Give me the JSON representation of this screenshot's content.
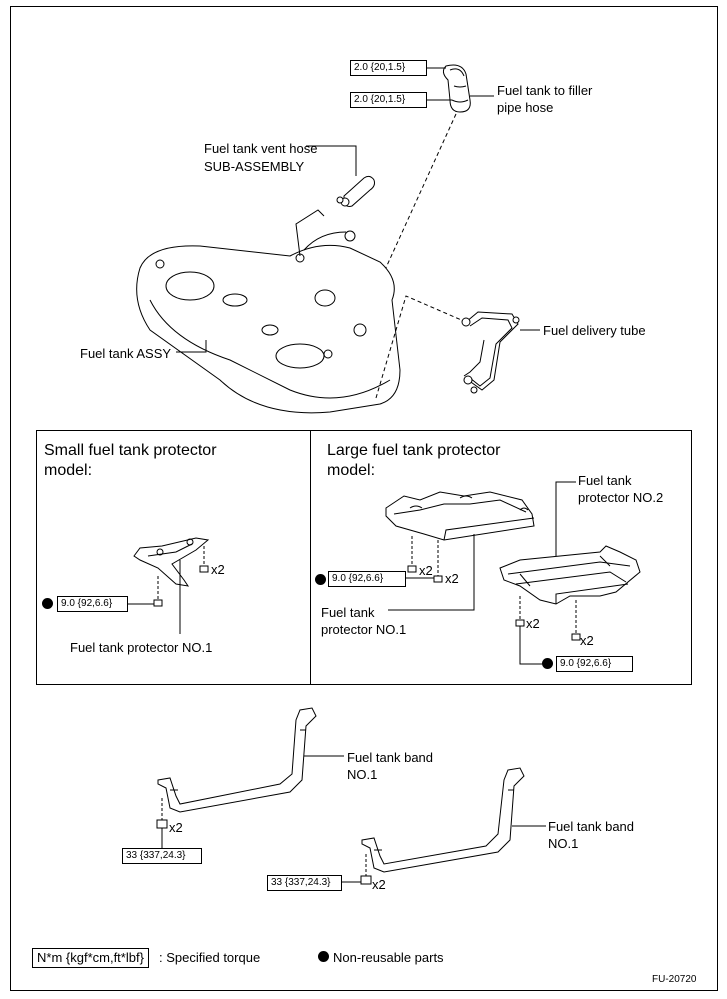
{
  "torque": {
    "hose_upper": "2.0 {20,1.5}",
    "hose_lower": "2.0 {20,1.5}",
    "protector_small": "9.0 {92,6.6}",
    "protector_large_1": "9.0 {92,6.6}",
    "protector_large_2": "9.0 {92,6.6}",
    "band_1": "33 {337,24.3}",
    "band_2": "33 {337,24.3}"
  },
  "labels": {
    "filler_hose_1": "Fuel tank to filler",
    "filler_hose_2": "pipe hose",
    "vent_hose_1": "Fuel tank vent hose",
    "vent_hose_2": "SUB-ASSEMBLY",
    "tank_assy": "Fuel tank ASSY",
    "delivery_tube": "Fuel delivery tube",
    "small_model_1": "Small fuel tank protector",
    "small_model_2": "model:",
    "large_model_1": "Large fuel tank protector",
    "large_model_2": "model:",
    "protector_no2_1": "Fuel tank",
    "protector_no2_2": "protector NO.2",
    "protector_no1_large_1": "Fuel tank",
    "protector_no1_large_2": "protector NO.1",
    "protector_no1_small": "Fuel tank protector NO.1",
    "band1_1": "Fuel tank band",
    "band1_2": "NO.1",
    "band2_1": "Fuel tank band",
    "band2_2": "NO.1"
  },
  "qty": {
    "small_bolt": "x2",
    "large_bolt_a": "x2",
    "large_bolt_b": "x2",
    "large_bolt_c": "x2",
    "large_bolt_d": "x2",
    "band_bolt_1": "x2",
    "band_bolt_2": "x2"
  },
  "legend": {
    "torque_unit": "N*m {kgf*cm,ft*lbf}",
    "torque_desc": ": Specified torque",
    "nonreusable": "Non-reusable parts"
  },
  "figure_id": "FU-20720"
}
